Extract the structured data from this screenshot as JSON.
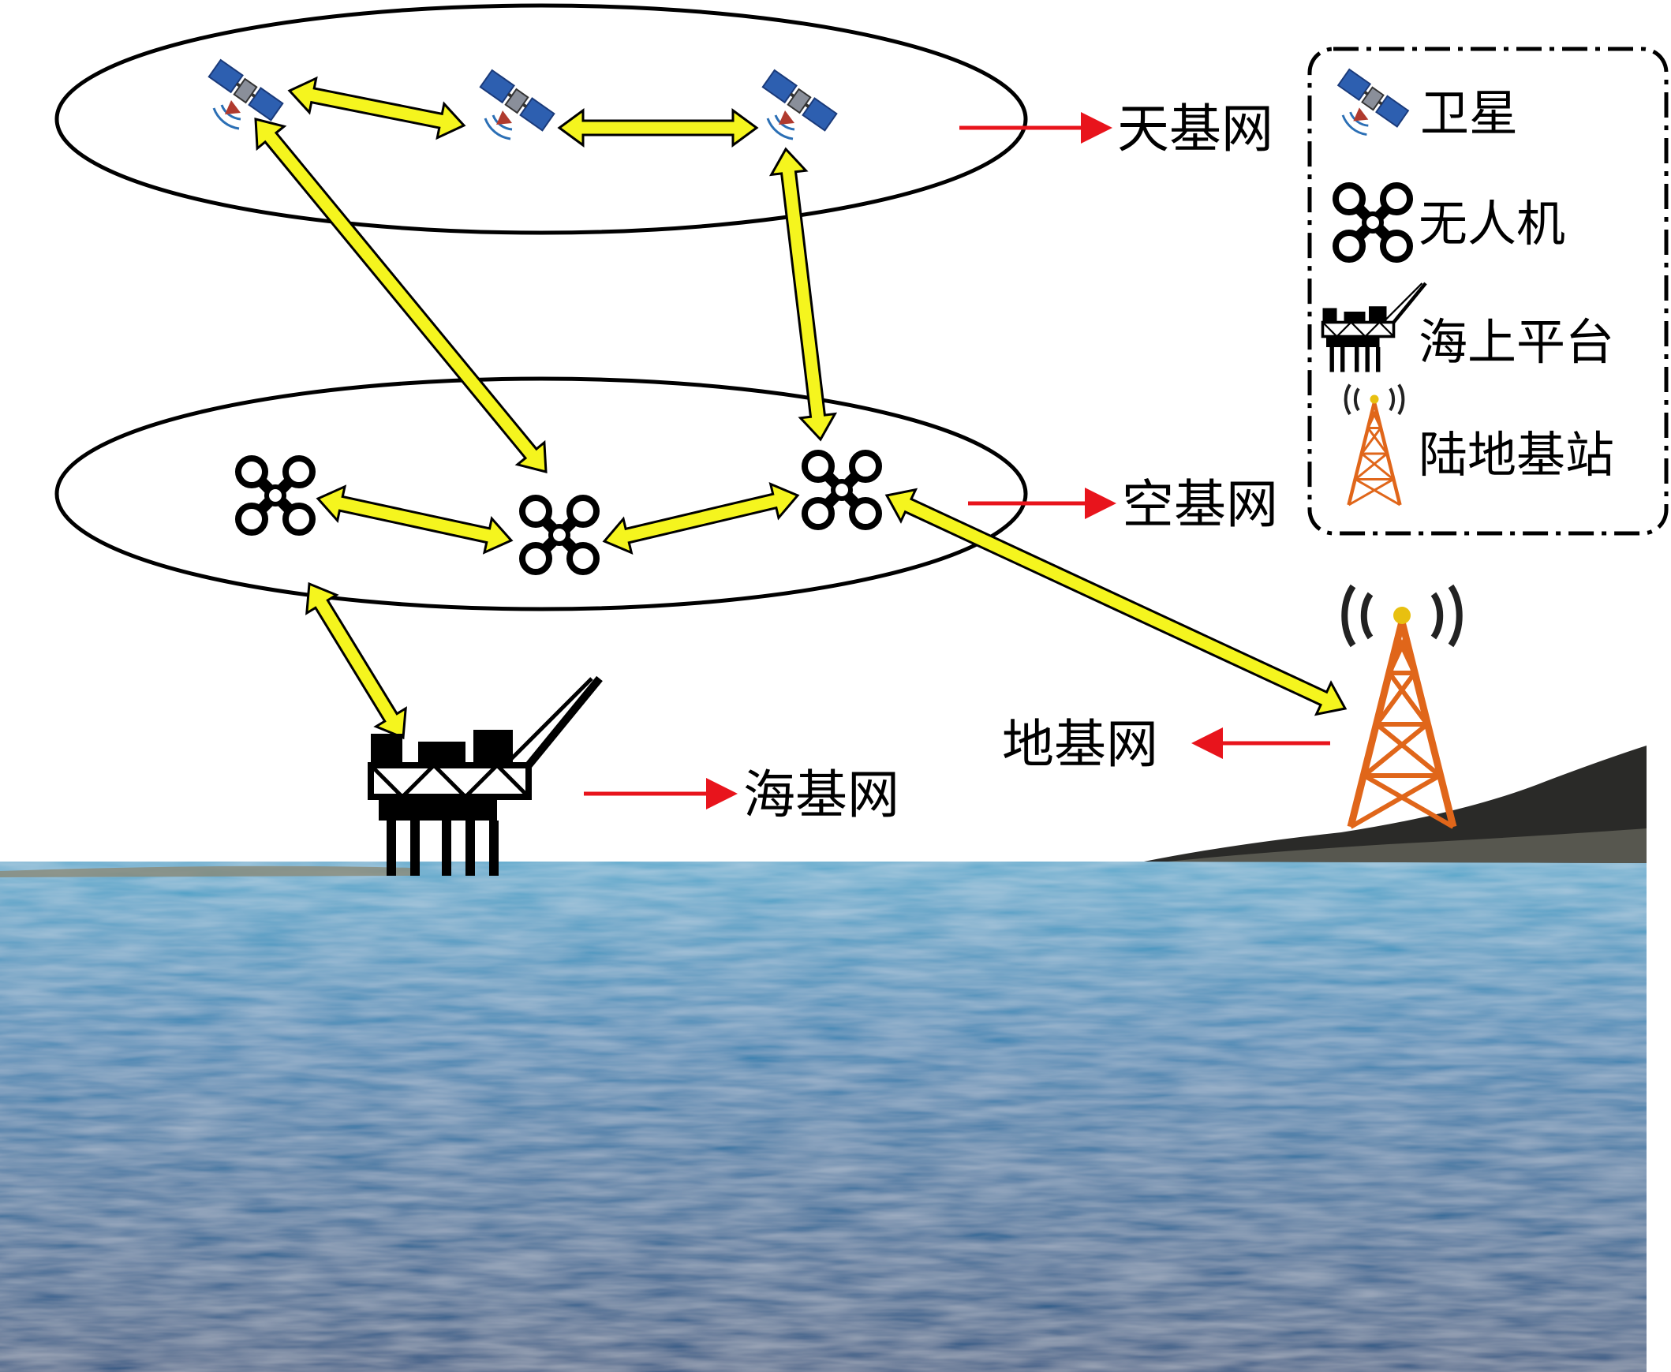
{
  "labels": {
    "space_network": "天基网",
    "air_network": "空基网",
    "ground_network": "地基网",
    "sea_network": "海基网"
  },
  "legend": {
    "satellite": "卫星",
    "drone": "无人机",
    "platform": "海上平台",
    "base_station": "陆地基站"
  },
  "colors": {
    "link": "#f5f51e",
    "pointer": "#e8141c",
    "tower": "#e0661a",
    "sea_top": "#3d94bd",
    "sea_bottom": "#0c4a7c"
  }
}
